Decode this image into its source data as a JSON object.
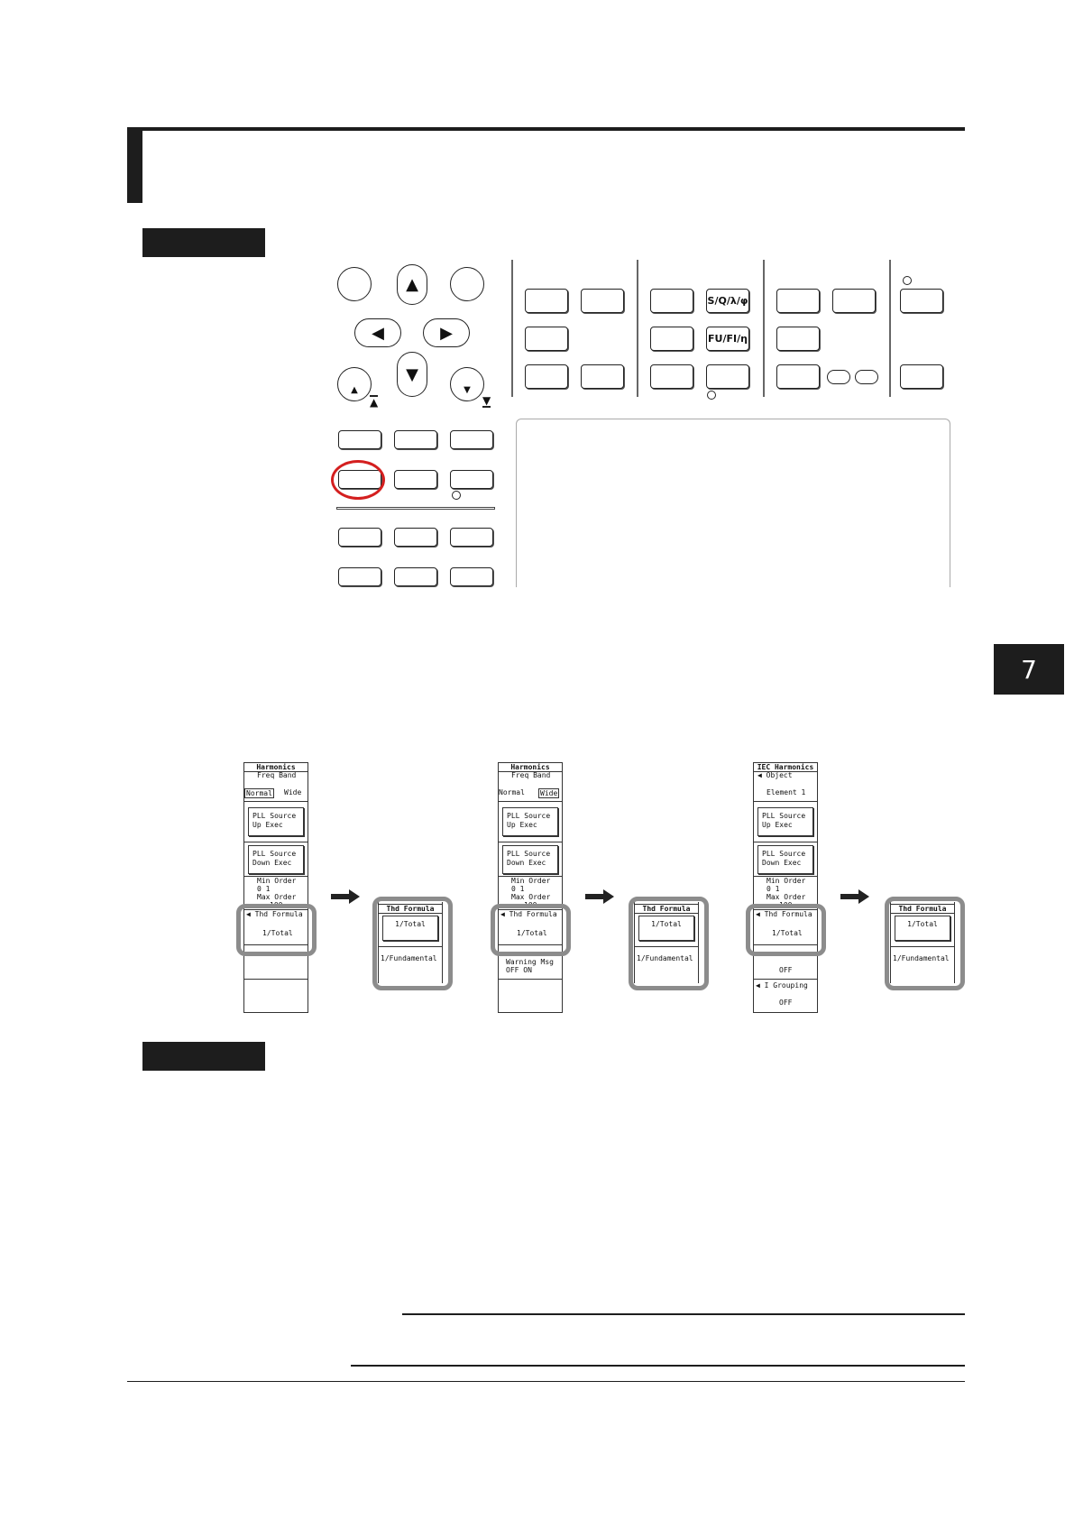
{
  "chapter": {
    "number": "7"
  },
  "keys": {
    "sq_label": "S/Q/λ/φ",
    "fu_label": "FU/FI/η"
  },
  "menus": [
    {
      "title": "Harmonics",
      "row1": "Freq Band",
      "opt_a": "Normal",
      "opt_b": "Wide",
      "btn1_l1": "PLL Source",
      "btn1_l2": "Up Exec",
      "btn2_l1": "PLL Source",
      "btn2_l2": "Down Exec",
      "min_order": "Min Order",
      "min_vals": "0     1",
      "max_order": "Max Order",
      "max_val": "100",
      "thd": "Thd Formula",
      "thd_val": "1/Total",
      "extra1": "",
      "extra1_val": "",
      "extra2": "",
      "extra2_val": ""
    },
    {
      "title": "Harmonics",
      "row1": "Freq Band",
      "opt_a": "Normal",
      "opt_b": "Wide",
      "btn1_l1": "PLL Source",
      "btn1_l2": "Up Exec",
      "btn2_l1": "PLL Source",
      "btn2_l2": "Down Exec",
      "min_order": "Min Order",
      "min_vals": "0     1",
      "max_order": "Max Order",
      "max_val": "100",
      "thd": "Thd Formula",
      "thd_val": "1/Total",
      "extra1": "Warning Msg",
      "extra1_val": "OFF    ON",
      "extra2": "",
      "extra2_val": ""
    },
    {
      "title": "IEC Harmonics",
      "row1": "Object",
      "opt_a": "Element 1",
      "opt_b": "",
      "btn1_l1": "PLL Source",
      "btn1_l2": "Up Exec",
      "btn2_l1": "PLL Source",
      "btn2_l2": "Down Exec",
      "min_order": "Min Order",
      "min_vals": "0     1",
      "max_order": "Max Order",
      "max_val": "100",
      "thd": "Thd Formula",
      "thd_val": "1/Total",
      "extra1": "",
      "extra1_val": "OFF",
      "extra2": "I Grouping",
      "extra2_val": "OFF"
    }
  ],
  "submenu": {
    "title": "Thd Formula",
    "opt1": "1/Total",
    "opt2": "1/Fundamental"
  }
}
